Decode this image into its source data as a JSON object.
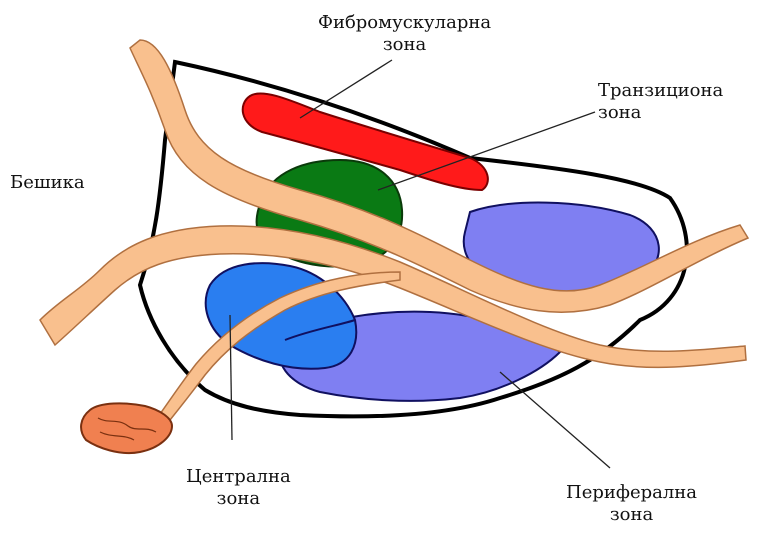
{
  "labels": {
    "fibromuscular": {
      "line1": "Фибромускуларна",
      "line2": "зона"
    },
    "transitional": {
      "line1": "Транзициона",
      "line2": "зона"
    },
    "bladder": "Бешика",
    "central": {
      "line1": "Централна",
      "line2": "зона"
    },
    "peripheral": {
      "line1": "Периферална",
      "line2": "зона"
    }
  },
  "colors": {
    "fibromuscular": "#ff1a1a",
    "transitional": "#0a7a14",
    "central": "#2a7ef0",
    "peripheral": "#7f7ff2",
    "urethra": "#f9c08e",
    "seminal_vesicle": "#f08050",
    "outline": "#000000"
  }
}
